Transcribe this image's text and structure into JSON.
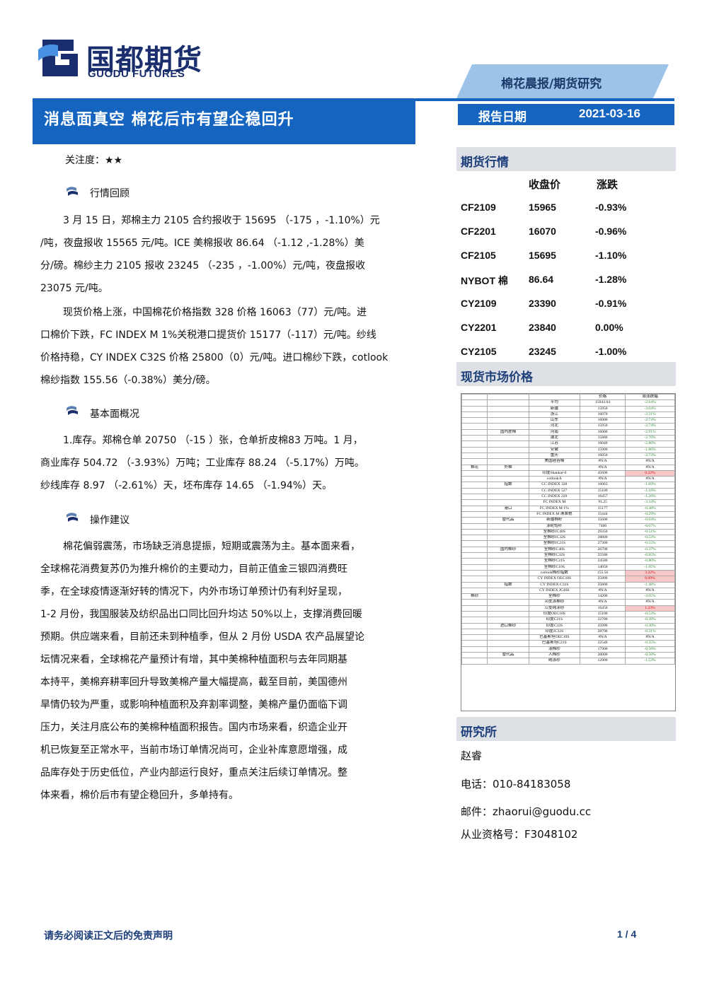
{
  "logo": {
    "cn": "国都期货",
    "en": "GUODU FUTURES"
  },
  "tag": "棉花晨报/期货研究",
  "title": "消息面真空 棉花后市有望企稳回升",
  "report_date": {
    "label": "报告日期",
    "value": "2021-03-16"
  },
  "attention": "关注度：★★",
  "sections": {
    "review": {
      "title": "行情回顾",
      "p1": [
        "3 月 15 日，郑棉主力 2105 合约报收于 15695 （-175 ，-1.10%）元",
        "/吨，夜盘报收 15565 元/吨。ICE 美棉报收 86.64 （-1.12 ,-1.28%）美",
        "分/磅。棉纱主力 2105 报收 23245 （-235 ，-1.00%）元/吨，夜盘报收",
        "23075 元/吨。"
      ],
      "p2": [
        "现货价格上涨，中国棉花价格指数 328 价格 16063（77）元/吨。进",
        "口棉价下跌，FC INDEX M 1%关税港口提货价 15177（-117）元/吨。纱线",
        "价格持稳，CY INDEX C32S 价格 25800（0）元/吨。进口棉纱下跌，cotlook",
        "棉纱指数 155.56（-0.38%）美分/磅。"
      ]
    },
    "fundamental": {
      "title": "基本面概况",
      "p1": [
        "1.库存。郑棉仓单 20750 （-15 ）张，仓单折皮棉83 万吨。1 月，",
        "商业库存 504.72 （-3.93%）万吨；工业库存 88.24 （-5.17%）万吨。",
        "纱线库存 8.97 （-2.61%）天，坯布库存 14.65 （-1.94%）天。"
      ]
    },
    "advice": {
      "title": "操作建议",
      "p1": [
        "棉花偏弱震荡，市场缺乏消息提振，短期或震荡为主。基本面来看，",
        "全球棉花消费复苏仍为推升棉价的主要动力，目前正值金三银四消费旺",
        "季，在全球疫情逐渐好转的情况下，内外市场订单预计仍有利好呈现，",
        "1-2 月份，我国服装及纺织品出口同比回升均达 50%以上，支撑消费回暖",
        "预期。供应端来看，目前还未到种植季，但从 2 月份 USDA 农产品展望论",
        "坛情况来看，全球棉花产量预计有增，其中美棉种植面积与去年同期基",
        "本持平，美棉弃耕率回升导致美棉产量大幅提高，截至目前，美国德州",
        "旱情仍较为严重，或影响种植面积及弃割率调整，美棉产量仍面临下调",
        "压力，关注月底公布的美棉种植面积报告。国内市场来看，织造企业开",
        "机已恢复至正常水平，当前市场订单情况尚可，企业补库意愿增强，成",
        "品库存处于历史低位，产业内部运行良好，重点关注后续订单情况。整",
        "体来看，棉价后市有望企稳回升，多单持有。"
      ]
    }
  },
  "futures": {
    "heading": "期货行情",
    "col_close": "收盘价",
    "col_change": "涨跌",
    "rows": [
      {
        "code": "CF2109",
        "close": "15965",
        "change": "-0.93%"
      },
      {
        "code": "CF2201",
        "close": "16070",
        "change": "-0.96%"
      },
      {
        "code": "CF2105",
        "close": "15695",
        "change": "-1.10%"
      },
      {
        "code": "NYBOT 棉",
        "close": "86.64",
        "change": "-1.28%"
      },
      {
        "code": "CY2109",
        "close": "23390",
        "change": "-0.91%"
      },
      {
        "code": "CY2201",
        "close": "23840",
        "change": "0.00%"
      },
      {
        "code": "CY2105",
        "close": "23245",
        "change": "-1.00%"
      }
    ]
  },
  "spot": {
    "heading": "现货市场价格",
    "head_val": "价格",
    "head_chg": "周涨跌幅",
    "rows": [
      {
        "cat": "",
        "sub": "",
        "name": "平均",
        "val": "15943.64",
        "chg": "-2.64%"
      },
      {
        "cat": "",
        "sub": "",
        "name": "新疆",
        "val": "15950",
        "chg": "-3.04%"
      },
      {
        "cat": "",
        "sub": "",
        "name": "浙江",
        "val": "16070",
        "chg": "-2.31%"
      },
      {
        "cat": "",
        "sub": "",
        "name": "山东",
        "val": "16000",
        "chg": "-2.74%"
      },
      {
        "cat": "",
        "sub": "",
        "name": "河北",
        "val": "15950",
        "chg": "-2.74%"
      },
      {
        "cat": "",
        "sub": "国内皮棉",
        "name": "河南",
        "val": "16000",
        "chg": "-2.91%"
      },
      {
        "cat": "",
        "sub": "",
        "name": "湖北",
        "val": "15880",
        "chg": "-2.76%"
      },
      {
        "cat": "",
        "sub": "",
        "name": "江苏",
        "val": "16040",
        "chg": "-2.86%"
      },
      {
        "cat": "",
        "sub": "",
        "name": "安徽",
        "val": "15900",
        "chg": "-1.86%"
      },
      {
        "cat": "",
        "sub": "",
        "name": "重庆",
        "val": "16050",
        "chg": "-2.73%"
      },
      {
        "cat": "",
        "sub": "",
        "name": "美国硅谷棉",
        "val": "#N/A",
        "chg": "#N/A"
      },
      {
        "cat": "棉花",
        "sub": "外棉",
        "name": "",
        "val": "#N/A",
        "chg": "#N/A"
      },
      {
        "cat": "",
        "sub": "",
        "name": "印度Shankar-6",
        "val": "45600",
        "chg": "0.22%"
      },
      {
        "cat": "",
        "sub": "",
        "name": "cotlookA",
        "val": "#N/A",
        "chg": "#N/A"
      },
      {
        "cat": "",
        "sub": "指数",
        "name": "CC INDEX 328",
        "val": "16063",
        "chg": "-1.69%"
      },
      {
        "cat": "",
        "sub": "",
        "name": "CC INDEX 527",
        "val": "15109",
        "chg": "-1.16%"
      },
      {
        "cat": "",
        "sub": "",
        "name": "CC INDEX 229",
        "val": "16457",
        "chg": "-1.26%"
      },
      {
        "cat": "",
        "sub": "",
        "name": "FC INDEX M",
        "val": "91.25",
        "chg": "-3.34%"
      },
      {
        "cat": "",
        "sub": "港口",
        "name": "FC INDEX M 1%",
        "val": "15177",
        "chg": "-0.48%"
      },
      {
        "cat": "",
        "sub": "",
        "name": "FC INDEX M 滑准税",
        "val": "15444",
        "chg": "-0.29%"
      },
      {
        "cat": "",
        "sub": "替代品",
        "name": "新疆棉籽",
        "val": "15600",
        "chg": "-0.64%"
      },
      {
        "cat": "",
        "sub": "",
        "name": "涤纶短纤",
        "val": "7400",
        "chg": "-0.67%"
      },
      {
        "cat": "",
        "sub": "",
        "name": "全棉纱JC40S",
        "val": "29350",
        "chg": "-0.51%"
      },
      {
        "cat": "",
        "sub": "",
        "name": "全棉纱JC32S",
        "val": "28800",
        "chg": "-0.53%"
      },
      {
        "cat": "",
        "sub": "",
        "name": "全棉纱JC21S",
        "val": "27300",
        "chg": "-0.55%"
      },
      {
        "cat": "",
        "sub": "国内棉纱",
        "name": "全棉纱C40S",
        "val": "26700",
        "chg": "-0.37%"
      },
      {
        "cat": "",
        "sub": "",
        "name": "全棉纱C32S",
        "val": "25580",
        "chg": "-0.85%"
      },
      {
        "cat": "",
        "sub": "",
        "name": "全棉纱C21S",
        "val": "24580",
        "chg": "-0.80%"
      },
      {
        "cat": "",
        "sub": "",
        "name": "全棉纱C10S",
        "val": "14050",
        "chg": "-1.05%"
      },
      {
        "cat": "",
        "sub": "",
        "name": "cotlook棉纱指数",
        "val": "155.56",
        "chg": "3.22%"
      },
      {
        "cat": "",
        "sub": "",
        "name": "CY INDEX OEC10S",
        "val": "25800",
        "chg": "0.09%"
      },
      {
        "cat": "",
        "sub": "指数",
        "name": "CY INDEX C32S",
        "val": "25800",
        "chg": "-1.48%"
      },
      {
        "cat": "",
        "sub": "",
        "name": "CY INDEX JC40S",
        "val": "#N/A",
        "chg": "#N/A"
      },
      {
        "cat": "棉纱",
        "sub": "",
        "name": "全棉纱",
        "val": "14200",
        "chg": "-4.05%"
      },
      {
        "cat": "",
        "sub": "",
        "name": "30支涤棉纱",
        "val": "#N/A",
        "chg": "#N/A"
      },
      {
        "cat": "",
        "sub": "",
        "name": "32支纯涤纱",
        "val": "16450",
        "chg": "1.23%"
      },
      {
        "cat": "",
        "sub": "",
        "name": "印度OEC10S",
        "val": "15100",
        "chg": "-0.53%"
      },
      {
        "cat": "",
        "sub": "",
        "name": "印度C21S",
        "val": "22780",
        "chg": "-0.39%"
      },
      {
        "cat": "",
        "sub": "进口棉纱",
        "name": "印度C32S",
        "val": "25990",
        "chg": "-0.30%"
      },
      {
        "cat": "",
        "sub": "",
        "name": "印度JC32S",
        "val": "28790",
        "chg": "-0.31%"
      },
      {
        "cat": "",
        "sub": "",
        "name": "巴基斯坦OEC10S",
        "val": "#N/A",
        "chg": "#N/A"
      },
      {
        "cat": "",
        "sub": "",
        "name": "巴基斯坦C21S",
        "val": "22540",
        "chg": "-0.35%"
      },
      {
        "cat": "",
        "sub": "",
        "name": "涤棉纱",
        "val": "17900",
        "chg": "-0.56%"
      },
      {
        "cat": "",
        "sub": "替代品",
        "name": "人棉纱",
        "val": "20000",
        "chg": "-0.50%"
      },
      {
        "cat": "",
        "sub": "",
        "name": "纯涤纱",
        "val": "12900",
        "chg": "-1.53%"
      }
    ]
  },
  "research": {
    "heading": "研究所",
    "name": "赵睿",
    "phone": "电话：010-84183058",
    "email": "邮件：zhaorui@guodu.cc",
    "license": "从业资格号：F3048102"
  },
  "footer": {
    "disclaimer": "请务必阅读正文后的免责声明",
    "page": "1 / 4"
  }
}
